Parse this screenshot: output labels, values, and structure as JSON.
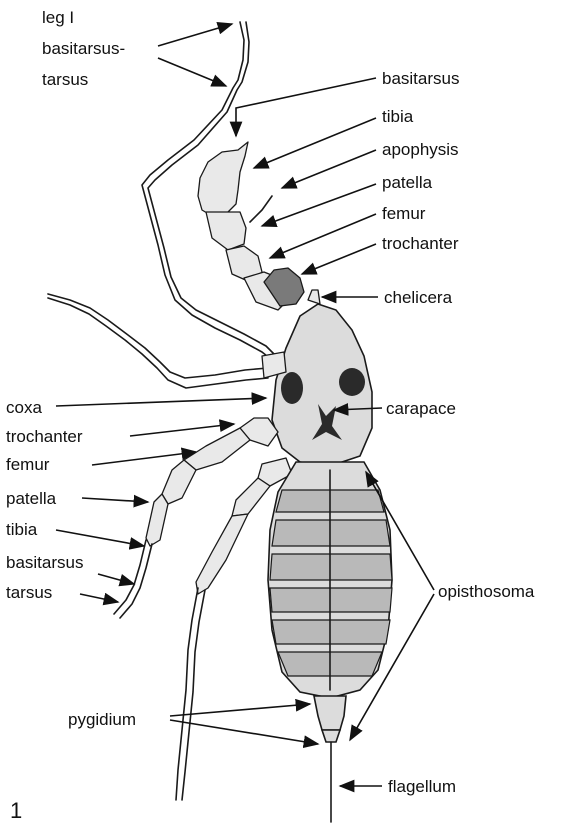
{
  "figure_number": "1",
  "labels": {
    "leg1": "leg I",
    "basitarsus_tarsus_line1": "basitarsus-",
    "basitarsus_tarsus_line2": "tarsus",
    "basitarsus": "basitarsus",
    "tibia": "tibia",
    "apophysis": "apophysis",
    "patella": "patella",
    "femur": "femur",
    "trochanter": "trochanter",
    "chelicera": "chelicera",
    "coxa": "coxa",
    "carapace": "carapace",
    "left_trochanter": "trochanter",
    "left_femur": "femur",
    "left_patella": "patella",
    "left_tibia": "tibia",
    "left_basitarsus": "basitarsus",
    "left_tarsus": "tarsus",
    "opisthosoma": "opisthosoma",
    "pygidium": "pygidium",
    "flagellum": "flagellum"
  }
}
